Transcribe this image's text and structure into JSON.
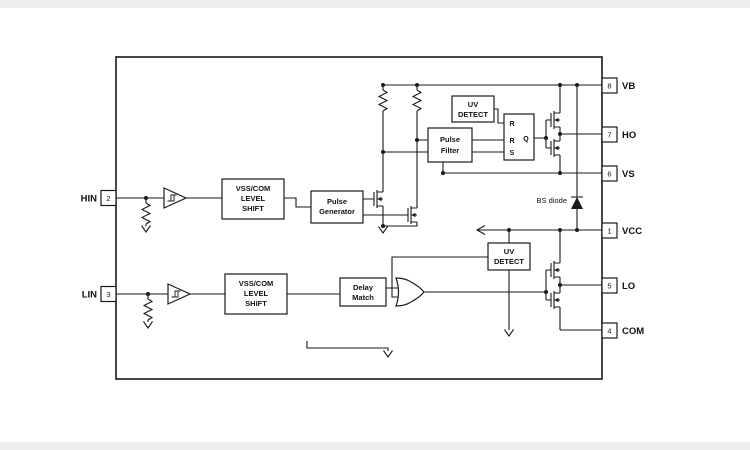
{
  "colors": {
    "ink": "#1a1a1a",
    "background": "#ffffff",
    "margin_strip": "#efefef"
  },
  "pins": {
    "left": [
      {
        "label": "HIN",
        "number": "2"
      },
      {
        "label": "LIN",
        "number": "3"
      }
    ],
    "right": [
      {
        "label": "VB",
        "number": "8"
      },
      {
        "label": "HO",
        "number": "7"
      },
      {
        "label": "VS",
        "number": "6"
      },
      {
        "label": "VCC",
        "number": "1"
      },
      {
        "label": "LO",
        "number": "5"
      },
      {
        "label": "COM",
        "number": "4"
      }
    ]
  },
  "blocks": {
    "hs_level_shift": [
      "VSS/COM",
      "LEVEL",
      "SHIFT"
    ],
    "ls_level_shift": [
      "VSS/COM",
      "LEVEL",
      "SHIFT"
    ],
    "pulse_generator": [
      "Pulse",
      "Generator"
    ],
    "pulse_filter": [
      "Pulse",
      "Filter"
    ],
    "uv_detect_hs": [
      "UV",
      "DETECT"
    ],
    "uv_detect_ls": [
      "UV",
      "DETECT"
    ],
    "delay_match": [
      "Delay",
      "Match"
    ]
  },
  "latch": {
    "in1": "R",
    "in2": "R",
    "in3": "S",
    "out": "Q"
  },
  "annotations": {
    "bs_diode": "BS diode"
  }
}
